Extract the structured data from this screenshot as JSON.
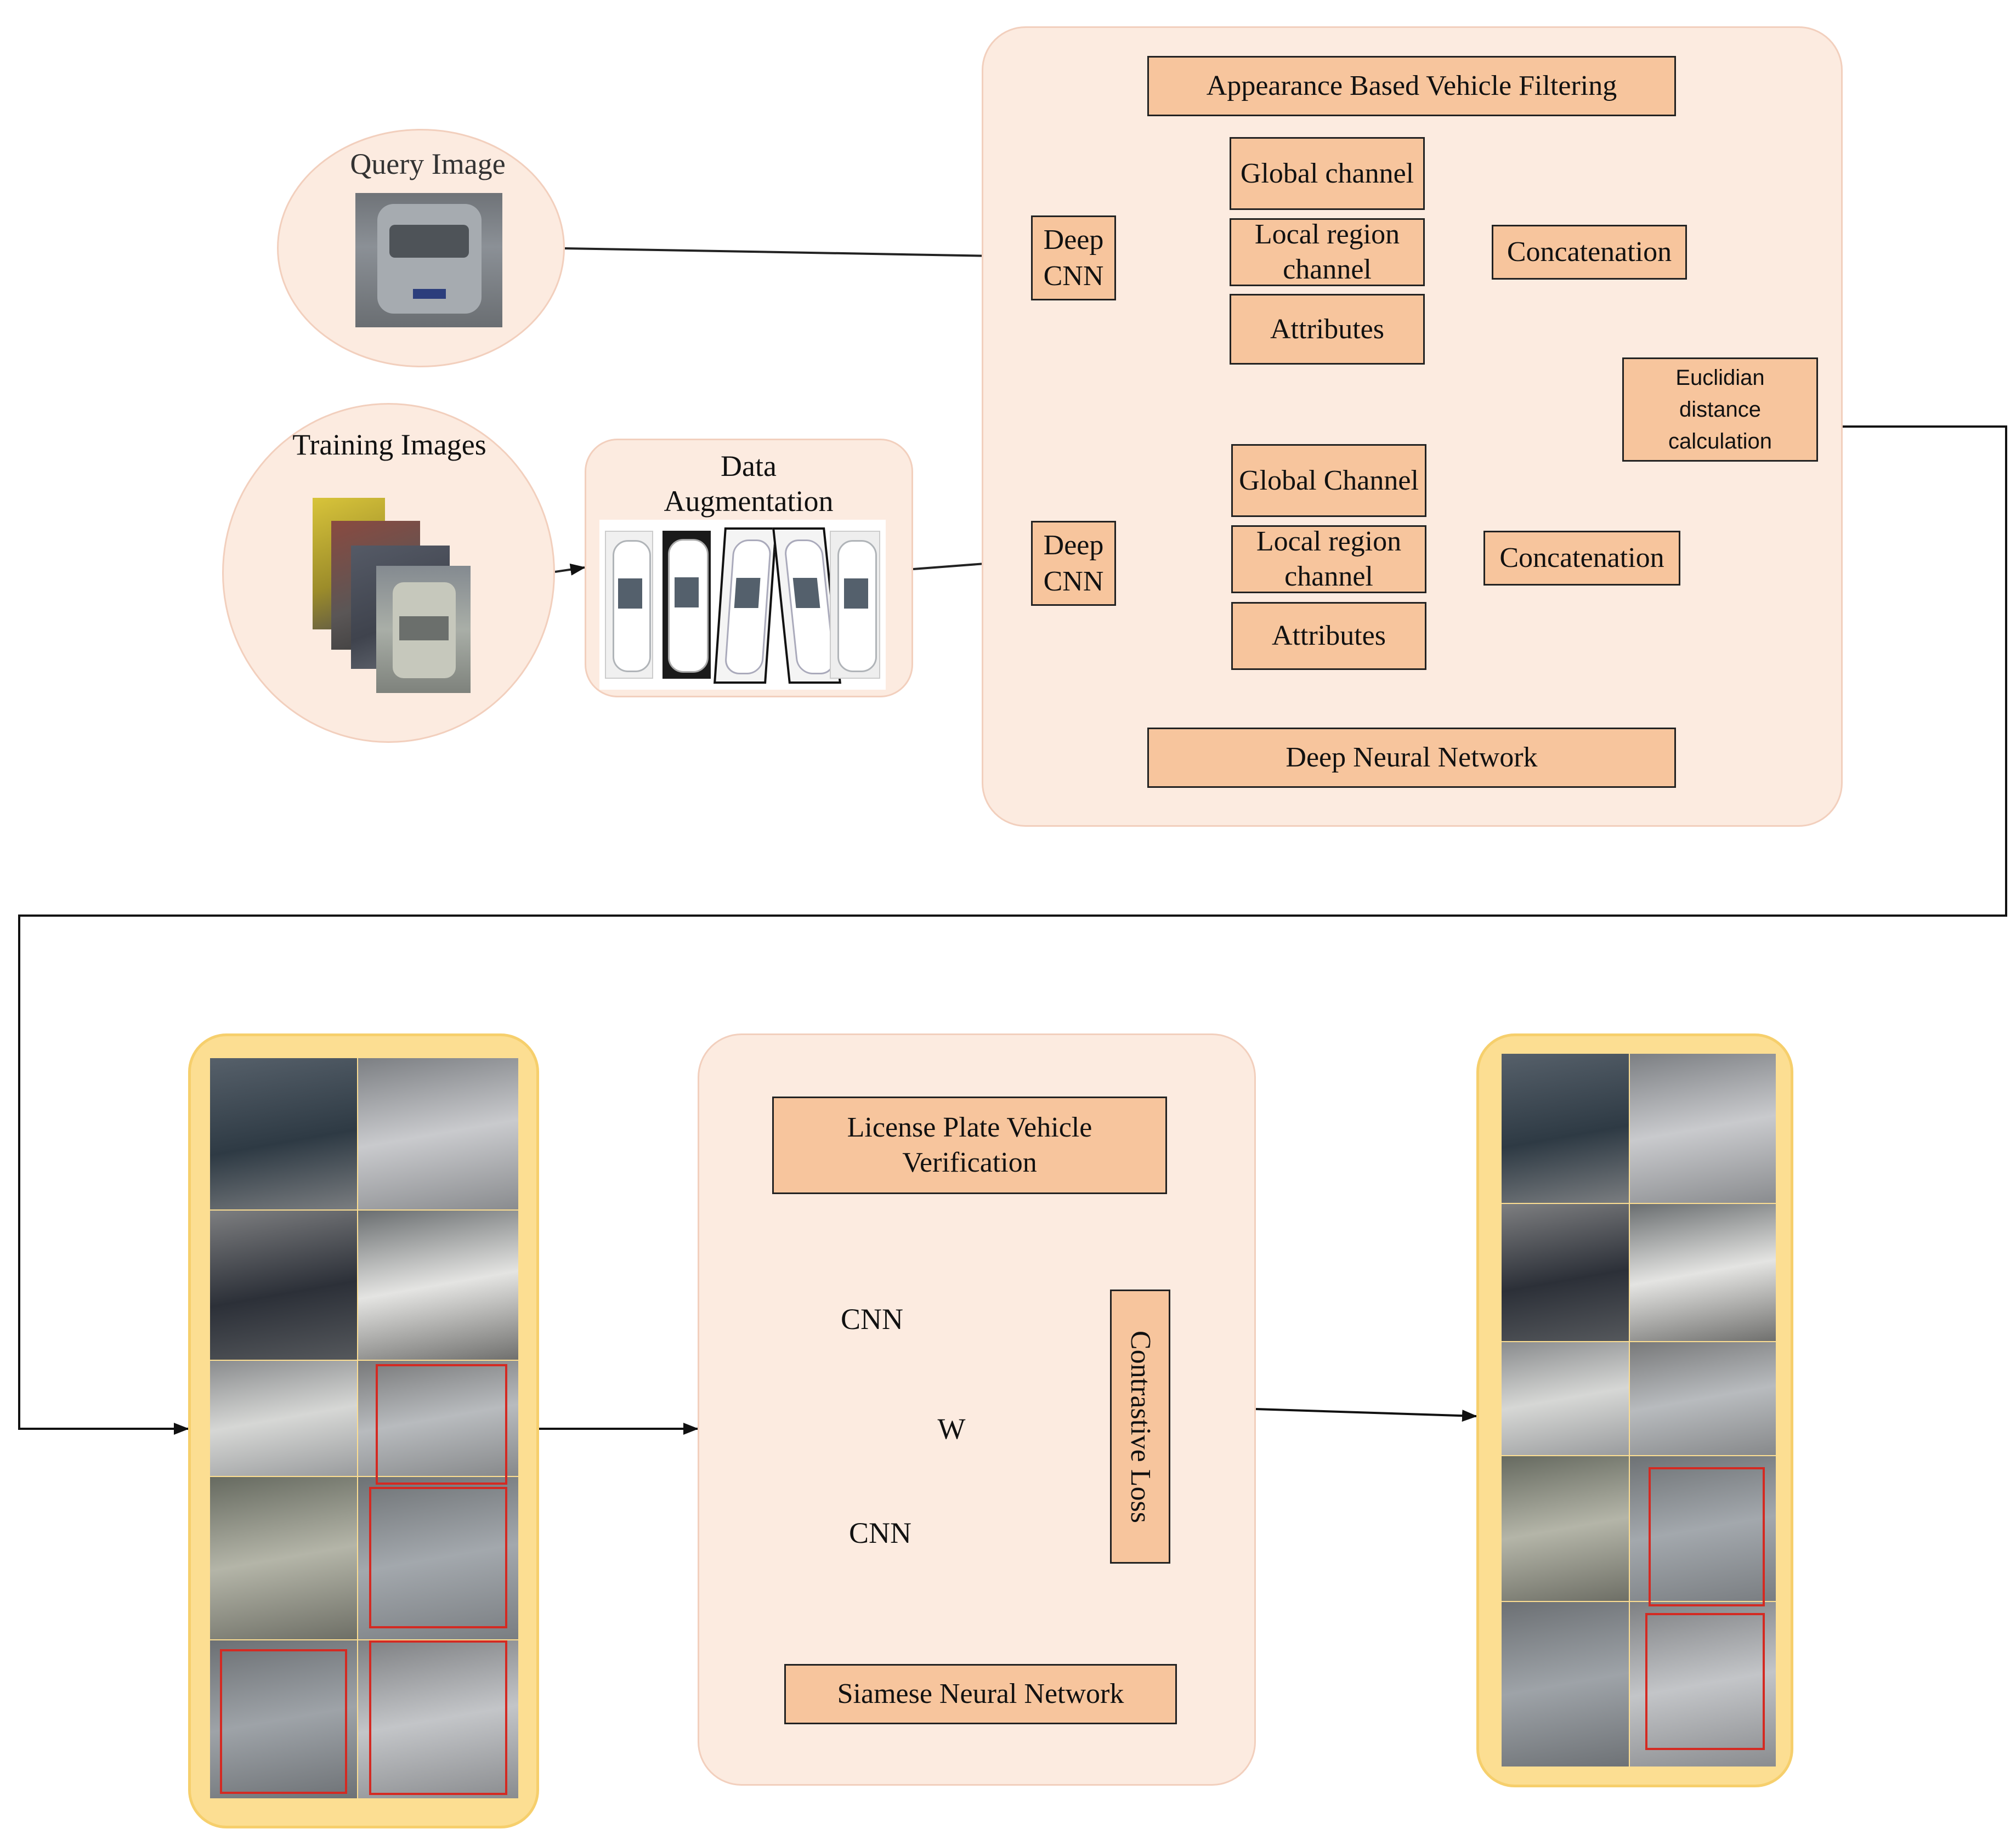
{
  "query": {
    "label": "Query Image"
  },
  "training": {
    "label": "Training Images"
  },
  "augmentation": {
    "label": "Data Augmentation"
  },
  "appearance_panel": {
    "title": "Appearance Based Vehicle Filtering",
    "footer": "Deep Neural Network",
    "top_branch": {
      "cnn": "Deep CNN",
      "global": "Global channel",
      "local": "Local region channel",
      "attributes": "Attributes",
      "concat": "Concatenation"
    },
    "bottom_branch": {
      "cnn": "Deep CNN",
      "global": "Global Channel",
      "local": "Local region channel",
      "attributes": "Attributes",
      "concat": "Concatenation"
    },
    "euclid": "Euclidian distance calculation"
  },
  "siamese_panel": {
    "title": "License Plate Vehicle Verification",
    "cnn_top": "CNN",
    "cnn_bottom": "CNN",
    "weight": "W",
    "loss": "Contrastive Loss",
    "footer": "Siamese Neural Network"
  },
  "colors": {
    "panel_fill": "#fcebe0",
    "box_fill": "#f7c59d",
    "grid_fill": "#fcde92",
    "highlight": "#d42a22"
  }
}
